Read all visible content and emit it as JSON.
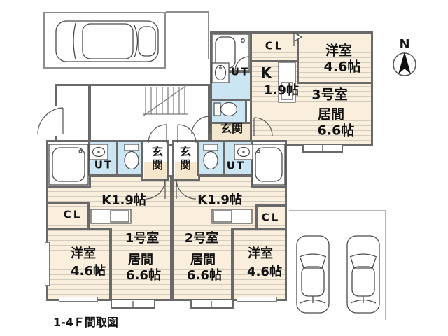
{
  "caption": "1-4Ｆ間取図",
  "compass": {
    "label": "N"
  },
  "units": {
    "unit3": {
      "name": "3号室",
      "living": "居間",
      "living_size": "6.6帖",
      "western": "洋室",
      "western_size": "4.6帖",
      "kitchen": "K",
      "kitchen_size": "1.9帖",
      "closet": "CL",
      "utility": "UT",
      "entrance": "玄関"
    },
    "unit1": {
      "name": "1号室",
      "living": "居間",
      "living_size": "6.6帖",
      "western": "洋室",
      "western_size": "4.6帖",
      "kitchen": "K1.9帖",
      "closet": "CL",
      "utility": "UT",
      "entrance": "玄関"
    },
    "unit2": {
      "name": "2号室",
      "living": "居間",
      "living_size": "6.6帖",
      "western": "洋室",
      "western_size": "4.6帖",
      "kitchen": "K1.9帖",
      "closet": "CL",
      "utility": "UT",
      "entrance": "玄関"
    }
  },
  "colors": {
    "floor": "#faeedd",
    "floor_stripe": "#d2ccc0",
    "wet_area": "#cbe5f3",
    "entrance_floor": "#f5e7cd",
    "wall": "#696969",
    "boundary_line": "#8d8d8d"
  }
}
